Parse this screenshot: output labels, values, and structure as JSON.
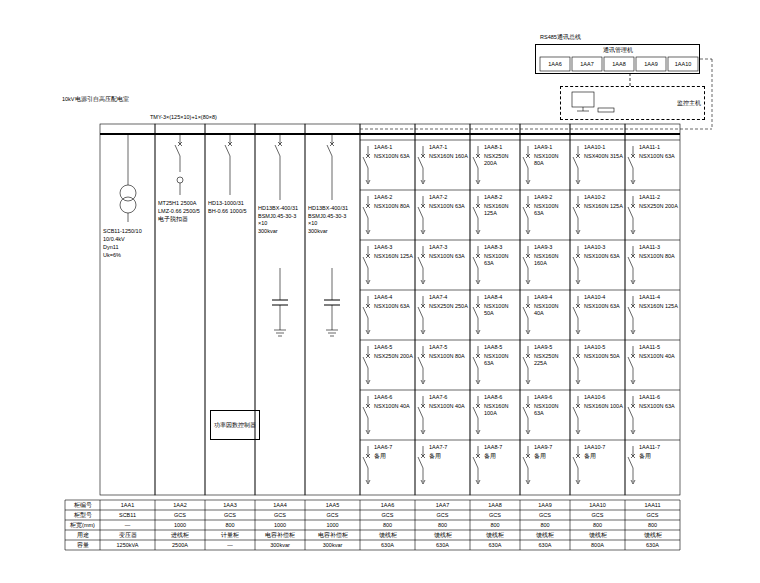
{
  "diagram": {
    "nodes": [
      {
        "text": [
          "通讯管理机"
        ]
      },
      {
        "text": [
          "监控主机"
        ]
      },
      {
        "text": [
          "功率因数控制器"
        ]
      }
    ],
    "edges": [
      {
        "from": 1,
        "to": 0,
        "arrow": "none"
      }
    ],
    "labels": [
      "RS485通讯总线",
      "1AA6",
      "1AA7",
      "1AA8",
      "1AA9",
      "1AA10",
      "10kV电源引自高压配电室",
      "TMY-3×(125×10)+1×(80×8)",
      "SCB11-1250/10",
      "10/0.4kV",
      "Dyn11",
      "Uk=6%",
      "MT25H1 2500A",
      "LMZ-0.66 2500/5",
      "电子脱扣器",
      "HD13-1000/31",
      "BH-0.66 1000/5",
      "HD13BX-400/31",
      "BSMJ0.45-30-3 ×10",
      "300kvar",
      "HD13BX-400/31",
      "BSMJ0.45-30-3 ×10",
      "300kvar",
      "1AA6-1",
      "NSX100N 63A",
      "1AA6-2",
      "NSX100N 80A",
      "1AA6-3",
      "NSX160N 125A",
      "1AA6-4",
      "NSX100N 63A",
      "1AA6-5",
      "NSX250N 200A",
      "1AA6-6",
      "NSX100N 40A",
      "1AA6-7",
      "备用",
      "1AA7-1",
      "NSX160N 160A",
      "1AA7-2",
      "NSX100N 63A",
      "1AA7-3",
      "NSX100N 63A",
      "1AA7-4",
      "NSX250N 250A",
      "1AA7-5",
      "NSX100N 80A",
      "1AA7-6",
      "NSX100N 40A",
      "1AA7-7",
      "备用",
      "1AA8-1",
      "NSX250N 200A",
      "1AA8-2",
      "NSX160N 125A",
      "1AA8-3",
      "NSX100N 63A",
      "1AA8-4",
      "NSX100N 50A",
      "1AA8-5",
      "NSX100N 63A",
      "1AA8-6",
      "NSX160N 100A",
      "1AA8-7",
      "备用",
      "1AA9-1",
      "NSX100N 80A",
      "1AA9-2",
      "NSX100N 63A",
      "1AA9-3",
      "NSX160N 160A",
      "1AA9-4",
      "NSX100N 40A",
      "1AA9-5",
      "NSX250N 225A",
      "1AA9-6",
      "NSX100N 63A",
      "1AA9-7",
      "备用",
      "1AA10-1",
      "NSX400N 315A",
      "1AA10-2",
      "NSX160N 125A",
      "1AA10-3",
      "NSX100N 63A",
      "1AA10-4",
      "NSX100N 63A",
      "1AA10-5",
      "NSX100N 50A",
      "1AA10-6",
      "NSX160N 100A",
      "1AA10-7",
      "备用",
      "1AA11-1",
      "NSX100N 63A",
      "1AA11-2",
      "NSX250N 200A",
      "1AA11-3",
      "NSX100N 80A",
      "1AA11-4",
      "NSX160N 125A",
      "1AA11-5",
      "NSX100N 40A",
      "1AA11-6",
      "NSX100N 63A",
      "1AA11-7",
      "备用",
      "柜编号",
      "柜型号",
      "柜宽(mm)",
      "用途",
      "容量",
      "1AA1",
      "1AA2",
      "1AA3",
      "1AA4",
      "1AA5",
      "1AA6",
      "1AA7",
      "1AA8",
      "1AA9",
      "1AA10",
      "1AA11",
      "SCB11",
      "GCS",
      "GCS",
      "GCS",
      "GCS",
      "GCS",
      "GCS",
      "GCS",
      "GCS",
      "GCS",
      "GCS",
      "—",
      "1000",
      "800",
      "1000",
      "1000",
      "800",
      "800",
      "800",
      "800",
      "800",
      "800",
      "变压器",
      "进线柜",
      "计量柜",
      "电容补偿柜",
      "电容补偿柜",
      "馈线柜",
      "馈线柜",
      "馈线柜",
      "馈线柜",
      "馈线柜",
      "馈线柜",
      "1250kVA",
      "2500A",
      "—",
      "300kvar",
      "300kvar",
      "630A",
      "630A",
      "630A",
      "630A",
      "800A",
      "630A"
    ]
  }
}
